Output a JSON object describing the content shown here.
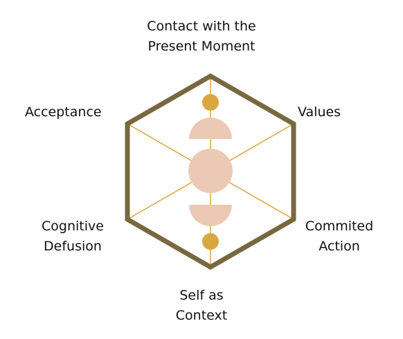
{
  "diagram": {
    "labels": {
      "top": [
        "Contact with the",
        "Present Moment"
      ],
      "top_right": [
        "Values"
      ],
      "bottom_right": [
        "Commited",
        "Action"
      ],
      "bottom": [
        "Self as",
        "Context"
      ],
      "bottom_left": [
        "Cognitive",
        "Defusion"
      ],
      "top_left": [
        "Acceptance"
      ]
    },
    "colors": {
      "hexagon_outline": "#776840",
      "spokes": "#d9a742",
      "dots": "#d9a742",
      "center_shapes": "#ecc9b4"
    }
  }
}
